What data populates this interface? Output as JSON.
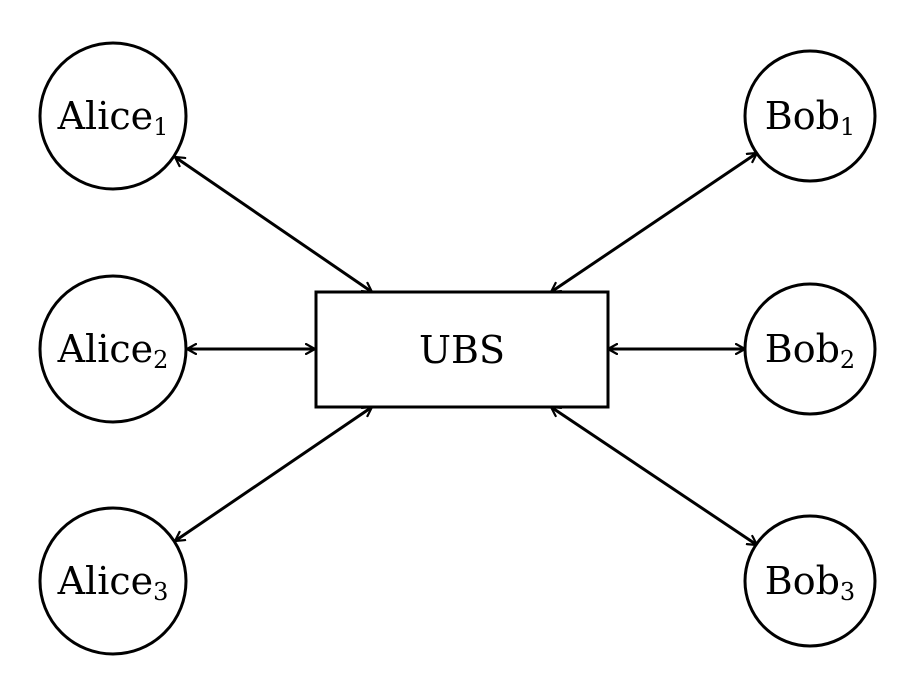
{
  "center": {
    "label": "UBS"
  },
  "alices": [
    {
      "name": "Alice",
      "index": "1"
    },
    {
      "name": "Alice",
      "index": "2"
    },
    {
      "name": "Alice",
      "index": "3"
    }
  ],
  "bobs": [
    {
      "name": "Bob",
      "index": "1"
    },
    {
      "name": "Bob",
      "index": "2"
    },
    {
      "name": "Bob",
      "index": "3"
    }
  ]
}
